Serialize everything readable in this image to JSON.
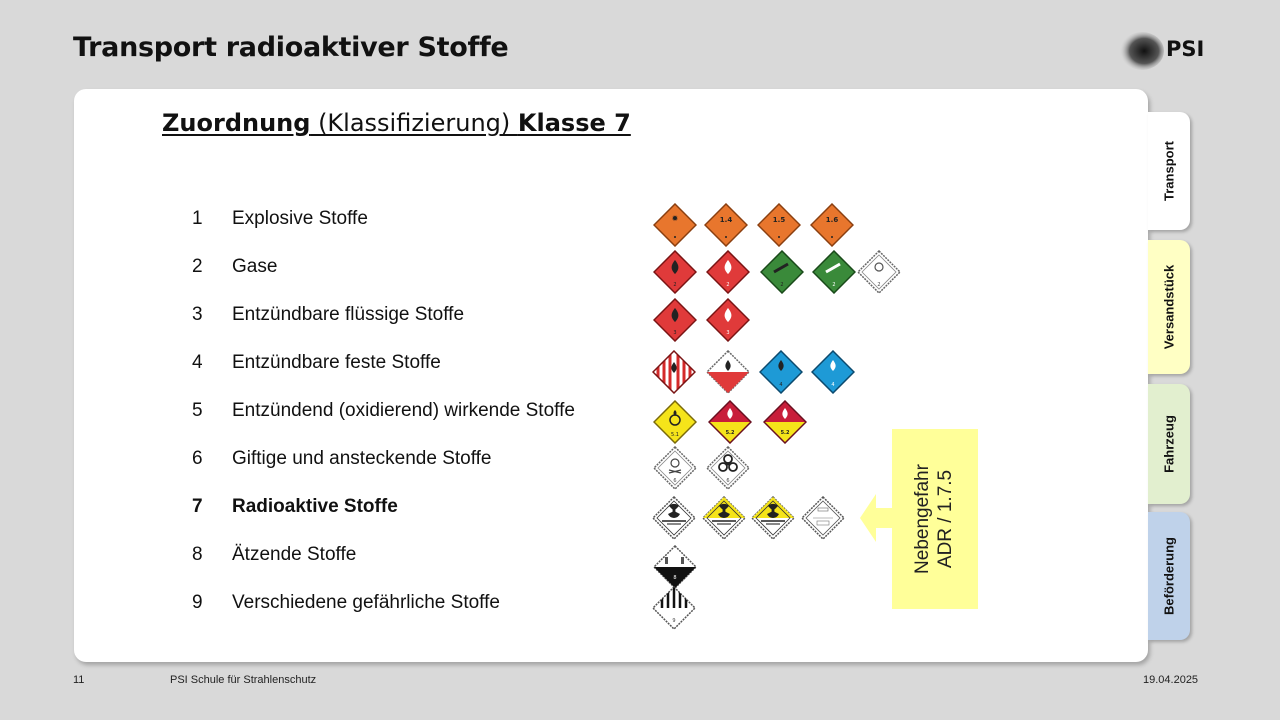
{
  "header": {
    "title": "Transport radioaktiver Stoffe",
    "logo_text": "PSI"
  },
  "subtitle": {
    "part1": "Zuordnung",
    "part2": " (Klassifizierung) ",
    "part3": "Klasse 7"
  },
  "classes": [
    {
      "num": "1",
      "label": "Explosive Stoffe"
    },
    {
      "num": "2",
      "label": "Gase"
    },
    {
      "num": "3",
      "label": "Entzündbare flüssige Stoffe"
    },
    {
      "num": "4",
      "label": "Entzündbare feste Stoffe"
    },
    {
      "num": "5",
      "label": "Entzündend (oxidierend) wirkende Stoffe"
    },
    {
      "num": "6",
      "label": "Giftige und ansteckende Stoffe"
    },
    {
      "num": "7",
      "label": "Radioaktive Stoffe"
    },
    {
      "num": "8",
      "label": "Ätzende Stoffe"
    },
    {
      "num": "9",
      "label": "Verschiedene gefährliche Stoffe"
    }
  ],
  "label_texts": {
    "c1a": "1.4",
    "c1b": "1.5",
    "c1c": "1.6",
    "c51": "5.1",
    "c52": "5.2",
    "c52b": "5.2"
  },
  "callout": {
    "line1": "Nebengefahr",
    "line2": "ADR / 1.7.5"
  },
  "tabs": [
    "Transport",
    "Versandstück",
    "Fahrzeug",
    "Beförderung"
  ],
  "footer": {
    "page": "11",
    "school": "PSI Schule für Strahlenschutz",
    "date": "19.04.2025"
  },
  "colors": {
    "explosive": "#e8762d",
    "flammable": "#e03a3a",
    "gas": "#3a8a3a",
    "water": "#1e9ad6",
    "oxidizer": "#f5e41a",
    "callout": "#ffff99"
  }
}
